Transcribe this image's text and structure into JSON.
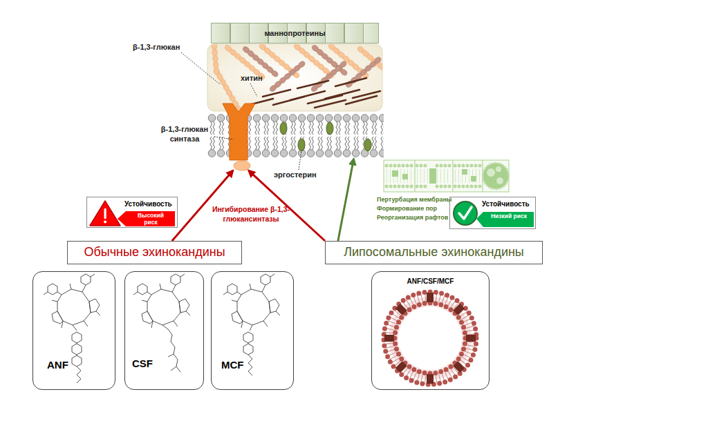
{
  "diagram": {
    "nodes": [
      {
        "text": [
          "маннопротеины"
        ]
      },
      {
        "text": [
          "β-1,3-глюкан синтаза"
        ]
      },
      {
        "text": [
          "эргостерин"
        ]
      },
      {
        "text": [
          "Устойчивость",
          "Высокий риск"
        ]
      },
      {
        "text": [
          "Устойчивость",
          "Низкий риск"
        ]
      },
      {
        "text": [
          "Обычные эхинокандины"
        ]
      },
      {
        "text": [
          "Липосомальные эхинокандины"
        ]
      },
      {
        "text": [
          "ANF"
        ]
      },
      {
        "text": [
          "CSF"
        ]
      },
      {
        "text": [
          "MCF"
        ]
      },
      {
        "text": [
          "ANF/CSF/MCF"
        ]
      }
    ],
    "edges": [
      {
        "from": 5,
        "to": 1,
        "arrow": "to",
        "label": "Ингибирование β-1,3-глюкансинтазы"
      },
      {
        "from": 6,
        "to": 1,
        "arrow": "to"
      },
      {
        "from": 6,
        "to": 2,
        "arrow": "to",
        "label": "Пертурбация мембраны Формирование пор Реорганизация рафтов"
      }
    ],
    "labels": [
      "β-1,3-глюкан",
      "хитин"
    ]
  }
}
